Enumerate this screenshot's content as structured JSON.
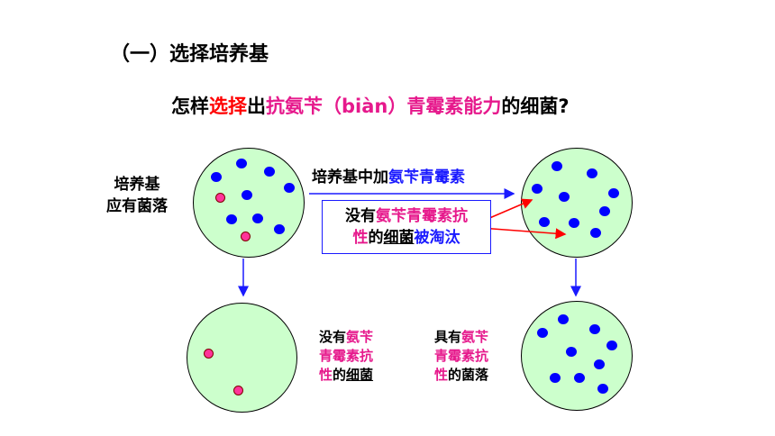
{
  "title": "（一）选择培养基",
  "question": {
    "p1": "怎样",
    "p2": "选择",
    "p3": "出",
    "p4": "抗氨苄（biàn）青霉素能力",
    "p5": "的细菌?"
  },
  "left_label": {
    "line1": "培养基",
    "line2": "应有菌落"
  },
  "arrow_label": {
    "p1": "培养基中加",
    "p2": "氨苄青霉素"
  },
  "box": {
    "p1": "没有",
    "p2": "氨苄青霉素抗",
    "p3": "性",
    "p4": "的",
    "p5": "细菌",
    "p6": "被淘汰"
  },
  "bottom_mid": {
    "l1a": "没有",
    "l1b": "氨苄",
    "l2": "青霉素抗",
    "l3a": "性",
    "l3b": "的",
    "l3c": "细菌"
  },
  "bottom_right": {
    "l1a": "具有",
    "l1b": "氨苄",
    "l2": "青霉素抗",
    "l3a": "性",
    "l3b": "的菌落"
  },
  "colors": {
    "dish_fill": "#ccffcc",
    "resistant_dot": "#0000ff",
    "sensitive_dot": "#ff3399",
    "arrow_blue": "#1a1aff",
    "arrow_red": "#ff0000"
  }
}
